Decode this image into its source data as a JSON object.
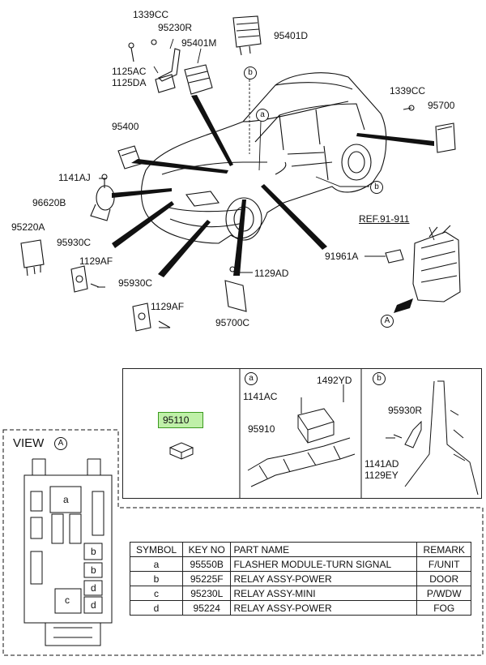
{
  "labels": {
    "p1339cc_top": "1339CC",
    "p95230r": "95230R",
    "p95401m": "95401M",
    "p95401d": "95401D",
    "p1125ac": "1125AC",
    "p1125da": "1125DA",
    "p95400": "95400",
    "p1141aj": "1141AJ",
    "p96620b": "96620B",
    "p95220a": "95220A",
    "p95930c_1": "95930C",
    "p1129af_1": "1129AF",
    "p95930c_2": "95930C",
    "p1129af_2": "1129AF",
    "p1129ad": "1129AD",
    "p95700c": "95700C",
    "p1339cc_right": "1339CC",
    "p95700": "95700",
    "ref": "REF.91-911",
    "p91961a": "91961A",
    "p95110": "95110",
    "p1141ac": "1141AC",
    "p1492yd": "1492YD",
    "p95910": "95910",
    "p95930r": "95930R",
    "p1141ad": "1141AD",
    "p1129ey": "1129EY"
  },
  "callouts": {
    "a": "a",
    "b": "b",
    "A": "A"
  },
  "view": {
    "title": "VIEW",
    "letter": "A",
    "slot_a": "a",
    "slot_b1": "b",
    "slot_b2": "b",
    "slot_d1": "d",
    "slot_d2": "d",
    "slot_c": "c"
  },
  "table": {
    "headers": [
      "SYMBOL",
      "KEY NO",
      "PART NAME",
      "REMARK"
    ],
    "rows": [
      {
        "symbol": "a",
        "key": "95550B",
        "name": "FLASHER MODULE-TURN SIGNAL",
        "remark": "F/UNIT"
      },
      {
        "symbol": "b",
        "key": "95225F",
        "name": "RELAY ASSY-POWER",
        "remark": "DOOR"
      },
      {
        "symbol": "c",
        "key": "95230L",
        "name": "RELAY ASSY-MINI",
        "remark": "P/WDW"
      },
      {
        "symbol": "d",
        "key": "95224",
        "name": "RELAY ASSY-POWER",
        "remark": "FOG"
      }
    ]
  }
}
